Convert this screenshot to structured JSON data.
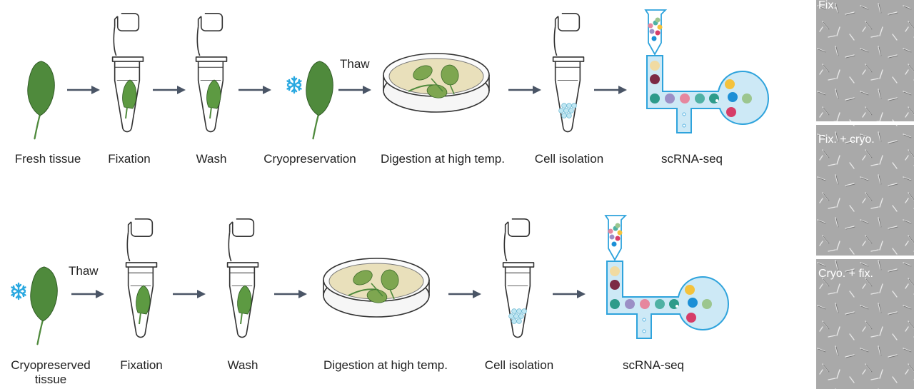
{
  "row1": {
    "steps": [
      "Fresh tissue",
      "Fixation",
      "Wash",
      "Cryopreservation",
      "Digestion at high temp.",
      "Cell isolation",
      "scRNA-seq"
    ],
    "thaw_label": "Thaw"
  },
  "row2": {
    "steps": [
      "Cryopreserved",
      "tissue",
      "Fixation",
      "Wash",
      "Digestion at high temp.",
      "Cell isolation",
      "scRNA-seq"
    ],
    "thaw_label": "Thaw"
  },
  "micrographs": [
    "Fix.",
    "Fix. + cryo.",
    "Cryo. + fix."
  ],
  "colors": {
    "leaf": "#4f8a3c",
    "leaf_light": "#7ea650",
    "arrow": "#4a5566",
    "snowflake": "#29a8e0",
    "chip_fill": "#cde9f6",
    "chip_stroke": "#2ea3dc",
    "dish_medium": "#e9e0bb",
    "micrograph_bg": "#a9a9a9",
    "droplets": [
      "#f1dba2",
      "#7c2a45",
      "#2d9b8a",
      "#9b8fc6",
      "#e6879e",
      "#4fb1a4",
      "#f4c23c",
      "#1c8fd6",
      "#9cc68f",
      "#d63d68"
    ]
  },
  "icons": [
    "leaf-icon",
    "snowflake-icon",
    "tube-icon",
    "petri-dish-icon",
    "microfluidic-chip-icon",
    "arrow-icon"
  ]
}
